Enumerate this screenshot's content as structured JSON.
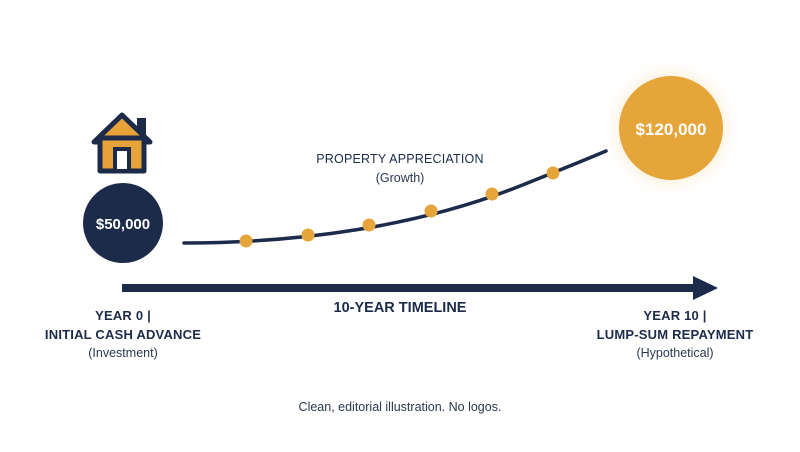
{
  "start": {
    "amount": "$50,000",
    "heading_line1": "YEAR 0 |",
    "heading_line2": "INITIAL CASH ADVANCE",
    "note": "(Investment)"
  },
  "end": {
    "amount": "$120,000",
    "heading_line1": "YEAR 10 |",
    "heading_line2": "LUMP-SUM REPAYMENT",
    "note": "(Hypothetical)"
  },
  "growth": {
    "heading": "PROPERTY APPRECIATION",
    "note": "(Growth)"
  },
  "timeline": {
    "label": "10-YEAR TIMELINE"
  },
  "caption": "Clean, editorial illustration. No logos.",
  "icons": [
    "house-icon"
  ],
  "colors": {
    "navy": "#1c2b4a",
    "gold": "#e6a53b",
    "house_fill": "#e8a23a"
  }
}
